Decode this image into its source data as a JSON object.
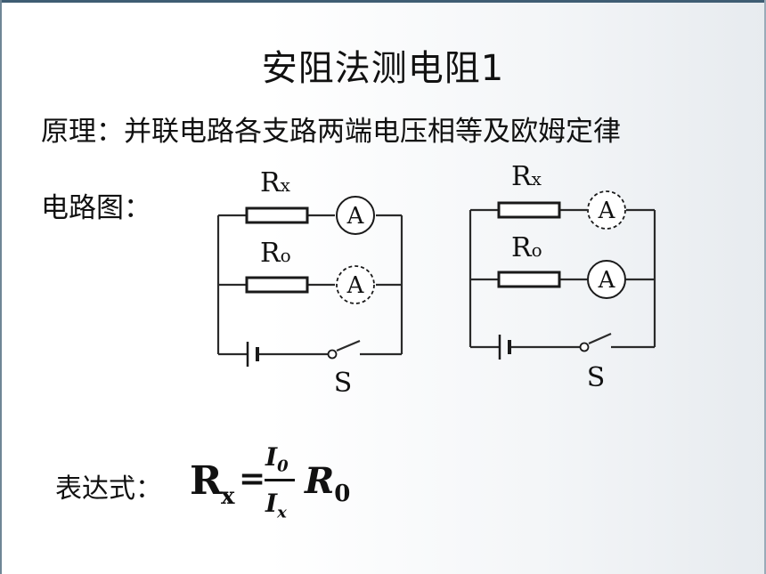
{
  "title": "安阻法测电阻1",
  "principle": "原理：并联电路各支路两端电压相等及欧姆定律",
  "circuit_label": "电路图：",
  "expression_label": "表达式：",
  "circuits": [
    {
      "branch1": {
        "resistor": "Rx",
        "resistor_main": "R",
        "resistor_sub": "x",
        "meter": "A",
        "meter_style": "solid"
      },
      "branch2": {
        "resistor": "R0",
        "resistor_main": "R",
        "resistor_sub": "o",
        "meter": "A",
        "meter_style": "dashed"
      },
      "switch": "S"
    },
    {
      "branch1": {
        "resistor": "Rx",
        "resistor_main": "R",
        "resistor_sub": "x",
        "meter": "A",
        "meter_style": "dashed"
      },
      "branch2": {
        "resistor": "R0",
        "resistor_main": "R",
        "resistor_sub": "o",
        "meter": "A",
        "meter_style": "solid"
      },
      "switch": "S"
    }
  ],
  "formula": {
    "lhs_main": "R",
    "lhs_sub": "x",
    "equals": "=",
    "num_main": "I",
    "num_sub": "0",
    "den_main": "I",
    "den_sub": "x",
    "rhs_main": "R",
    "rhs_sub": "0"
  }
}
